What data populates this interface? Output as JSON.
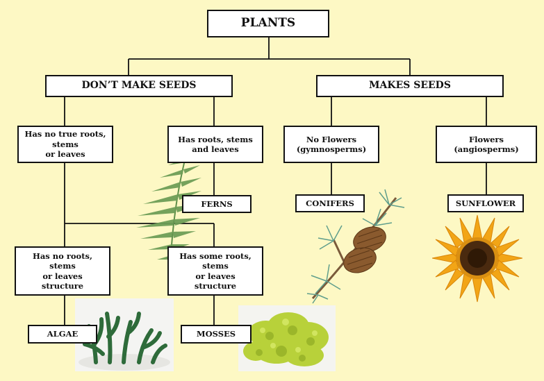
{
  "diagram": {
    "title": "PLANTS",
    "branches": {
      "no_seeds": {
        "label": "DON’T MAKE SEEDS",
        "no_roots": {
          "label": "Has no true roots,\nstems\nor leaves",
          "none": {
            "label": "Has no roots,\nstems\nor leaves\nstructure",
            "example": "ALGAE"
          },
          "some": {
            "label": "Has some roots,\nstems\nor leaves\nstructure",
            "example": "MOSSES"
          }
        },
        "roots": {
          "label": "Has roots, stems\nand leaves",
          "example": "FERNS"
        }
      },
      "seeds": {
        "label": "MAKES SEEDS",
        "no_flowers": {
          "label": "No Flowers\n(gymnosperms)",
          "example": "CONIFERS"
        },
        "flowers": {
          "label": "Flowers\n(angiosperms)",
          "example": "SUNFLOWER"
        }
      }
    }
  },
  "colors": {
    "background": "#fdf8c4",
    "box": "#ffffff",
    "border": "#111111",
    "plant_green": "#4f8a3c",
    "moss_green": "#b8d13a",
    "sunflower_petal": "#f2a516",
    "sunflower_center": "#4a2a0f"
  },
  "images": [
    "fern-image",
    "algae-image",
    "moss-image",
    "conifer-image",
    "sunflower-image"
  ]
}
